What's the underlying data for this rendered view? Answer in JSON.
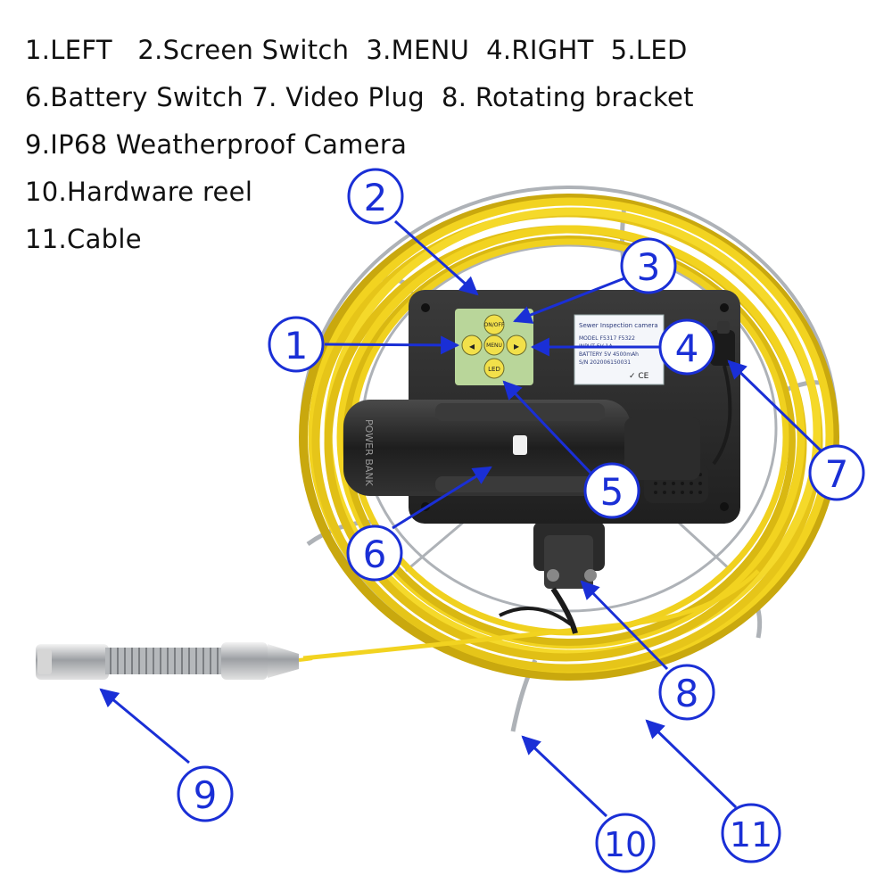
{
  "legend_lines": [
    "1.LEFT   2.Screen Switch  3.MENU  4.RIGHT  5.LED",
    "6.Battery Switch 7. Video Plug  8. Rotating bracket",
    "9.IP68 Weatherproof Camera",
    "10.Hardware reel",
    "11.Cable"
  ],
  "callouts": [
    "1",
    "2",
    "3",
    "4",
    "5",
    "6",
    "7",
    "8",
    "9",
    "10",
    "11"
  ],
  "device": {
    "keypad": {
      "power": "ON/OFF",
      "menu": "MENU",
      "led": "LED",
      "left_arrow": "◂",
      "right_arrow": "▸"
    },
    "battery_label": "POWER BANK",
    "sticker_lines": [
      "Sewer Inspection camera",
      "MODEL F5317  F5322",
      "INPUT 5V 1A",
      "BATTERY 5V 4500mAh",
      "S/N 202006150031"
    ],
    "sticker_marks": "✓ CE"
  },
  "colors": {
    "callout_blue": "#1a2fd6",
    "cable_yellow": "#f2d320",
    "cable_shadow": "#c9a80e",
    "reel_steel": "#b9bcc0",
    "body_dark": "#2b2b2b",
    "keypad_green": "#b9d69a",
    "button_yellow": "#f2e04a"
  }
}
